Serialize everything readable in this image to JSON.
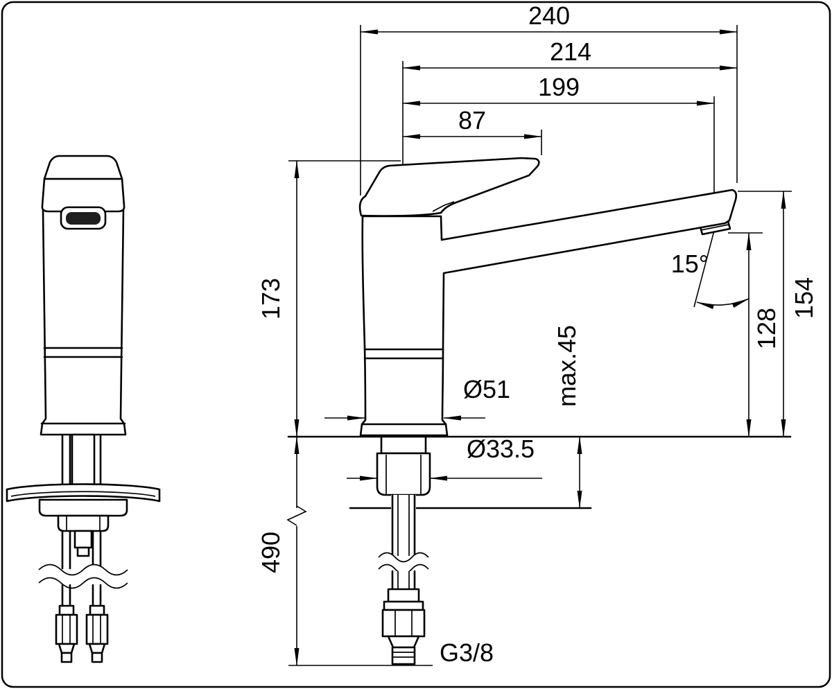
{
  "colors": {
    "line": "#000000",
    "background": "#ffffff",
    "outlet_fill": "#1f1f1f"
  },
  "dimensions": {
    "overall_reach": "240",
    "reach_214": "214",
    "reach_199": "199",
    "lever_87": "87",
    "height_173": "173",
    "hose_490": "490",
    "height_154": "154",
    "height_128": "128",
    "deck_max": "max.45",
    "body_dia": "Ø51",
    "hole_dia": "Ø33.5",
    "spout_angle": "15°",
    "thread": "G3/8"
  }
}
